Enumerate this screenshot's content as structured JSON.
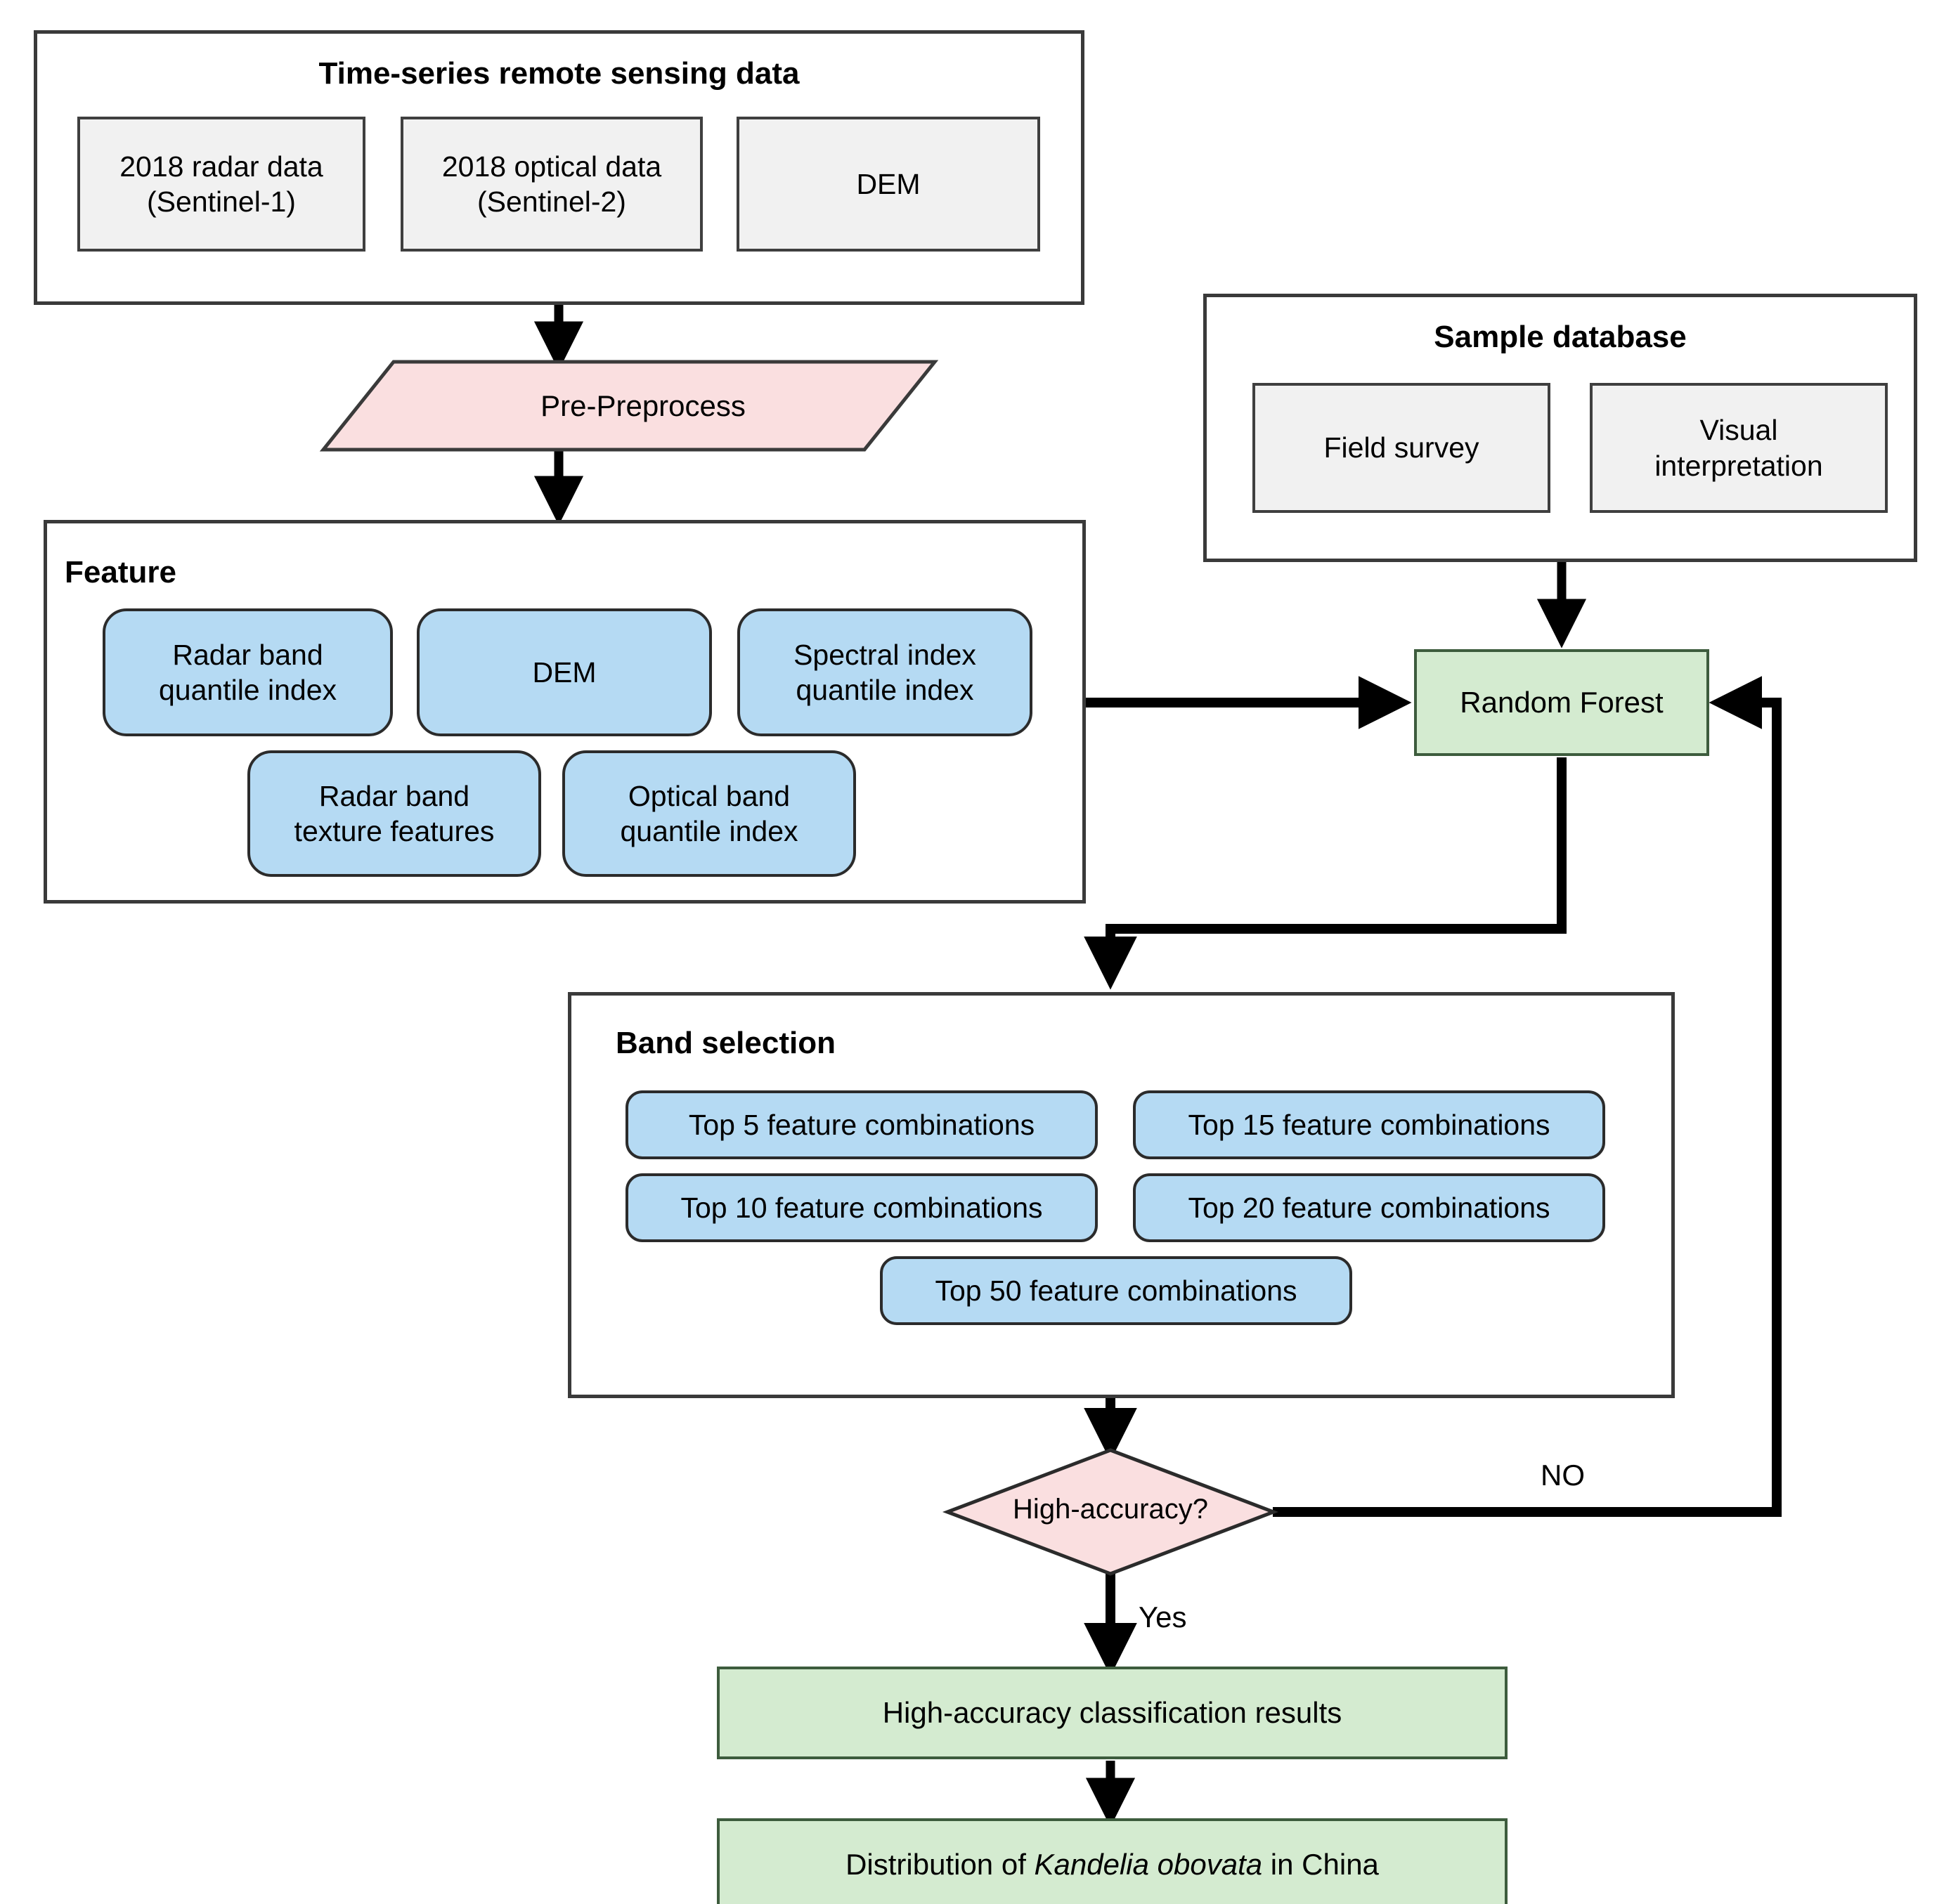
{
  "diagram": {
    "title": "Mangrove species mapping workflow flowchart",
    "colors": {
      "grey_fill": "#f1f1f1",
      "blue_fill": "#b5daf3",
      "green_fill": "#d4ebd0",
      "pink_fill": "#fadfe0",
      "stroke": "#2b2b2b"
    }
  },
  "input_group": {
    "title": "Time-series remote sensing data",
    "items": [
      {
        "label": "2018 radar data\n(Sentinel-1)",
        "line1": "2018 radar data",
        "line2": "(Sentinel-1)"
      },
      {
        "label": "2018 optical data\n(Sentinel-2)",
        "line1": "2018 optical data",
        "line2": "(Sentinel-2)"
      },
      {
        "label": "DEM",
        "line1": "DEM",
        "line2": ""
      }
    ]
  },
  "preprocess": {
    "label": "Pre-Preprocess"
  },
  "feature_group": {
    "title": "Feature",
    "row1": [
      {
        "line1": "Radar band",
        "line2": "quantile index"
      },
      {
        "line1": "DEM",
        "line2": ""
      },
      {
        "line1": "Spectral index",
        "line2": "quantile index"
      }
    ],
    "row2": [
      {
        "line1": "Radar band",
        "line2": "texture features"
      },
      {
        "line1": "Optical band",
        "line2": "quantile index"
      }
    ]
  },
  "sample_group": {
    "title": "Sample database",
    "items": [
      {
        "line1": "Field survey",
        "line2": ""
      },
      {
        "line1": "Visual",
        "line2": "interpretation"
      }
    ]
  },
  "classifier": {
    "label": "Random Forest"
  },
  "band_group": {
    "title": "Band selection",
    "items": [
      "Top 5 feature combinations",
      "Top 15 feature combinations",
      "Top 10 feature combinations",
      "Top 20 feature combinations",
      "Top 50 feature combinations"
    ]
  },
  "decision": {
    "label": "High-accuracy?",
    "no_label": "NO",
    "yes_label": "Yes"
  },
  "results": {
    "classification": "High-accuracy classification results",
    "distribution_prefix": "Distribution of ",
    "distribution_species": "Kandelia obovata",
    "distribution_suffix": " in China"
  }
}
